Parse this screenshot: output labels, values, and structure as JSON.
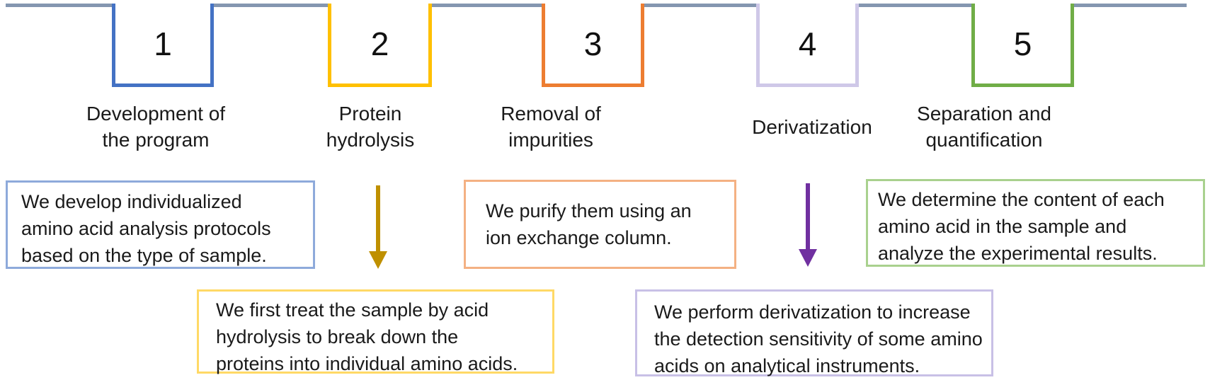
{
  "palette": {
    "timeline_line": "#8496B0",
    "text": "#1a1a1a",
    "background": "#ffffff"
  },
  "steps": [
    {
      "number": "1",
      "label": "Development of\nthe program",
      "notch_color": "#4472C4",
      "description": "We develop individualized\namino acid analysis protocols\nbased on the type of sample.",
      "box_border_color": "#8EAADB"
    },
    {
      "number": "2",
      "label": "Protein\nhydrolysis",
      "notch_color": "#FFC000",
      "description": "We first treat the sample by acid\nhydrolysis to break down the\nproteins into individual amino acids.",
      "box_border_color": "#FFD966",
      "arrow_color": "#BF9000"
    },
    {
      "number": "3",
      "label": "Removal of\nimpurities",
      "notch_color": "#ED7D31",
      "description": "We purify them using an\nion exchange column.",
      "box_border_color": "#F4B183"
    },
    {
      "number": "4",
      "label": "Derivatization",
      "notch_color": "#CFC8E8",
      "description": "We perform derivatization to increase\nthe detection sensitivity of some amino\nacids on analytical instruments.",
      "box_border_color": "#C8C0E6",
      "arrow_color": "#7030A0"
    },
    {
      "number": "5",
      "label": "Separation and\nquantification",
      "notch_color": "#70AD47",
      "description": "We determine the content of each\namino acid in the sample and\nanalyze the experimental results.",
      "box_border_color": "#A9D18E"
    }
  ]
}
